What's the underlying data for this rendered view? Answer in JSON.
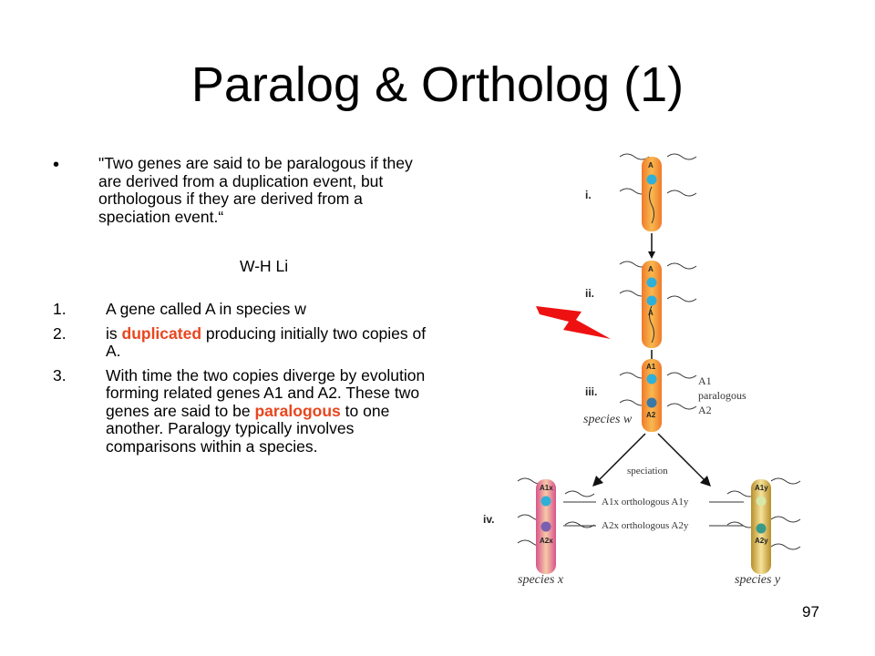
{
  "slide": {
    "title": "Paralog & Ortholog (1)",
    "bullet_symbol": "•",
    "quote": "\"Two genes are said to be paralogous if they are derived from a duplication event, but orthologous if they are derived from a speciation event.“",
    "quote_author": "W-H Li",
    "steps": [
      {
        "num": "1.",
        "parts": [
          {
            "text": "A gene called A in species w",
            "em": false
          }
        ]
      },
      {
        "num": "2.",
        "parts": [
          {
            "text": "is ",
            "em": false
          },
          {
            "text": "duplicated",
            "em": true
          },
          {
            "text": " producing initially two copies of A.",
            "em": false
          }
        ]
      },
      {
        "num": "3.",
        "parts": [
          {
            "text": "With time the two copies diverge by evolution forming related genes A1 and A2. These two genes are said to be ",
            "em": false
          },
          {
            "text": "paralogous",
            "em": true
          },
          {
            "text": " to one another. Paralogy typically involves comparisons within a species.",
            "em": false
          }
        ]
      }
    ],
    "page_number": "97"
  },
  "figure": {
    "stage_labels": {
      "i": "i.",
      "ii": "ii.",
      "iii": "iii.",
      "iv": "iv."
    },
    "genes": {
      "a_top": "A",
      "a_mid1": "A",
      "a_mid2": "A",
      "a1": "A1",
      "a2": "A2",
      "a1x": "A1x",
      "a2x": "A2x",
      "a1y": "A1y",
      "a2y": "A2y"
    },
    "paralogous_note": {
      "line1": "A1",
      "line2": "paralogous",
      "line3": "A2"
    },
    "species_w": "species w",
    "speciation": "speciation",
    "ortholog_1": "A1x orthologous A1y",
    "ortholog_2": "A2x orthologous A2y",
    "species_x": "species x",
    "species_y": "species y",
    "colors": {
      "accent_red": "#e8461e",
      "chrom_orange": "#f07a2a",
      "chrom_pink": "#d9548a",
      "chrom_gold": "#c9a23a",
      "gene_blue": "#2fb0d8",
      "gene_dark": "#3a78a8",
      "lightning": "#ee1111"
    }
  }
}
